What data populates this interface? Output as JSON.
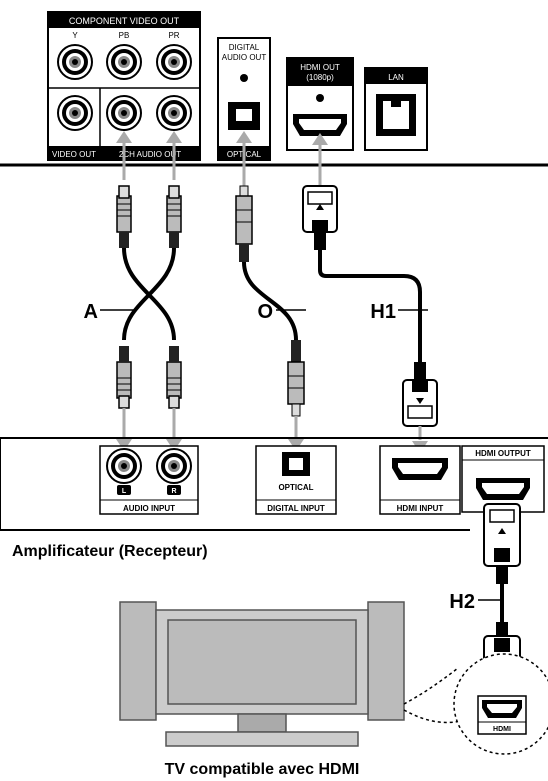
{
  "player": {
    "component_title": "COMPONENT VIDEO OUT",
    "y": "Y",
    "pb": "PB",
    "pr": "PR",
    "video_out": "VIDEO OUT",
    "audio_out": "2CH AUDIO OUT",
    "digital_audio_out_1": "DIGITAL",
    "digital_audio_out_2": "AUDIO OUT",
    "optical": "OPTICAL",
    "hdmi_out_1": "HDMI OUT",
    "hdmi_out_2": "(1080p)",
    "lan": "LAN"
  },
  "cables": {
    "a": "A",
    "o": "O",
    "h1": "H1",
    "h2": "H2"
  },
  "amplifier": {
    "l": "L",
    "r": "R",
    "audio_input": "AUDIO INPUT",
    "optical": "OPTICAL",
    "digital_input": "DIGITAL INPUT",
    "hdmi_input": "HDMI INPUT",
    "hdmi_output": "HDMI OUTPUT",
    "caption": "Amplificateur (Recepteur)"
  },
  "tv": {
    "hdmi": "HDMI",
    "caption": "TV compatible avec HDMI"
  }
}
